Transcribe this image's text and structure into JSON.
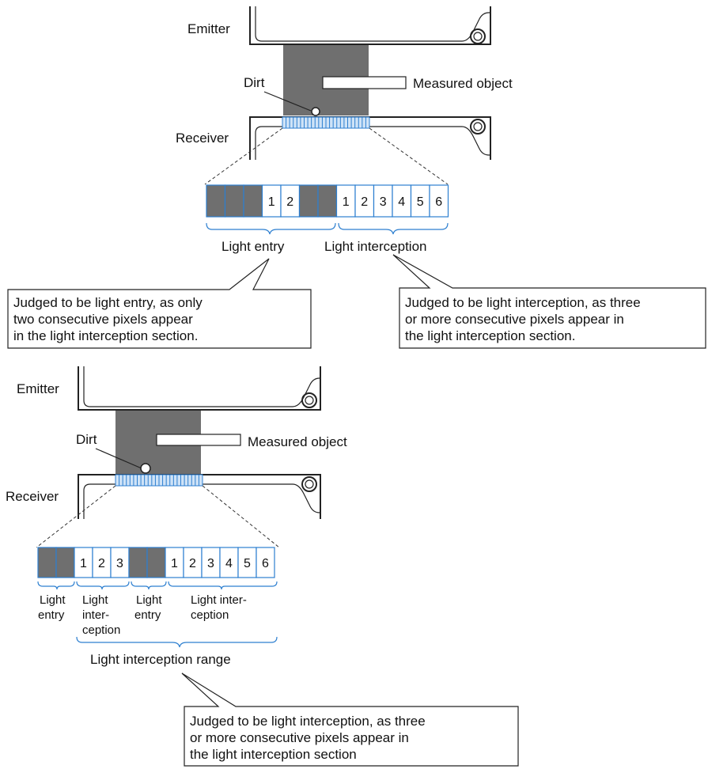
{
  "top": {
    "emitter_label": "Emitter",
    "receiver_label": "Receiver",
    "dirt_label": "Dirt",
    "object_label": "Measured object",
    "cells": [
      {
        "dark": true,
        "num": ""
      },
      {
        "dark": true,
        "num": ""
      },
      {
        "dark": true,
        "num": ""
      },
      {
        "dark": false,
        "num": "1"
      },
      {
        "dark": false,
        "num": "2"
      },
      {
        "dark": true,
        "num": ""
      },
      {
        "dark": true,
        "num": ""
      },
      {
        "dark": false,
        "num": "1"
      },
      {
        "dark": false,
        "num": "2"
      },
      {
        "dark": false,
        "num": "3"
      },
      {
        "dark": false,
        "num": "4"
      },
      {
        "dark": false,
        "num": "5"
      },
      {
        "dark": false,
        "num": "6"
      }
    ],
    "light_entry_label": "Light entry",
    "light_interception_label": "Light interception",
    "callout_left": [
      "Judged to be light entry, as only",
      "two consecutive pixels appear",
      "in the light interception section."
    ],
    "callout_right": [
      "Judged to be light interception, as three",
      "or more consecutive pixels appear in",
      "the light interception section."
    ]
  },
  "bottom": {
    "emitter_label": "Emitter",
    "receiver_label": "Receiver",
    "dirt_label": "Dirt",
    "object_label": "Measured object",
    "cells": [
      {
        "dark": true,
        "num": ""
      },
      {
        "dark": true,
        "num": ""
      },
      {
        "dark": false,
        "num": "1"
      },
      {
        "dark": false,
        "num": "2"
      },
      {
        "dark": false,
        "num": "3"
      },
      {
        "dark": true,
        "num": ""
      },
      {
        "dark": true,
        "num": ""
      },
      {
        "dark": false,
        "num": "1"
      },
      {
        "dark": false,
        "num": "2"
      },
      {
        "dark": false,
        "num": "3"
      },
      {
        "dark": false,
        "num": "4"
      },
      {
        "dark": false,
        "num": "5"
      },
      {
        "dark": false,
        "num": "6"
      }
    ],
    "group_labels": [
      [
        "Light",
        "entry"
      ],
      [
        "Light",
        "inter-",
        "ception"
      ],
      [
        "Light",
        "entry"
      ],
      [
        "Light inter-",
        "ception"
      ]
    ],
    "range_label": "Light interception range",
    "callout": [
      "Judged to be light interception, as three",
      "or more consecutive pixels appear in",
      "the light interception section"
    ]
  },
  "colors": {
    "shadow_gray": "#6f6f6f",
    "pixel_blue": "#2d7fd0"
  }
}
